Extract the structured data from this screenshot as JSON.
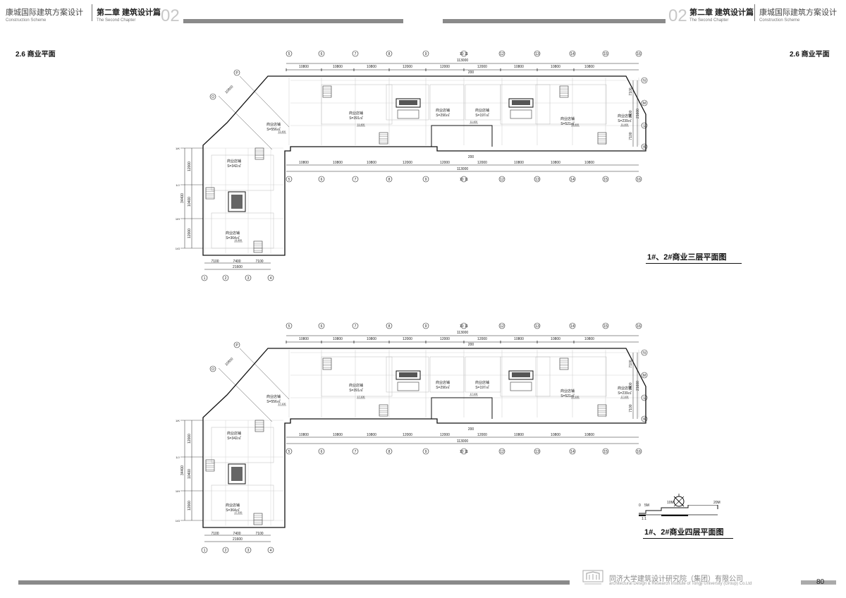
{
  "header": {
    "left": {
      "book_cn": "康城国际建筑方案设计",
      "book_en": "Construction Scheme",
      "chapter_cn": "第二章 建筑设计篇",
      "chapter_en": "The Second Chapter",
      "number": "02"
    },
    "right": {
      "number": "02",
      "chapter_cn": "第二章 建筑设计篇",
      "chapter_en": "The Second Chapter",
      "book_cn": "康城国际建筑方案设计",
      "book_en": "Construction Scheme"
    }
  },
  "section": {
    "left_title": "2.6 商业平面",
    "right_title": "2.6 商业平面"
  },
  "plan_common": {
    "axes_h": [
      "5",
      "6",
      "7",
      "8",
      "9",
      "10 11",
      "12",
      "13",
      "14",
      "15",
      "16"
    ],
    "dims_h": [
      "10800",
      "10800",
      "10800",
      "12000",
      "12000",
      "12000",
      "10800",
      "10800",
      "10800"
    ],
    "total_h": "113000",
    "gap": "200",
    "axes_v_right": [
      "N",
      "M",
      "L",
      "K"
    ],
    "dims_v_right": [
      "7100",
      "7400",
      "7100"
    ],
    "total_v_right": "21600",
    "axes_left_bottom": [
      "1",
      "2",
      "3",
      "4"
    ],
    "dims_left_bottom": [
      "7100",
      "7400",
      "7100"
    ],
    "total_left_bottom": "21600",
    "axes_left_side": [
      "1/K",
      "1/J",
      "1/H",
      "1/G"
    ],
    "dims_left_side": [
      "12000",
      "10400",
      "12000"
    ],
    "total_left_side": "34400",
    "diag_axes": [
      "P",
      "O"
    ],
    "diag_dim": "10800",
    "shop_label": "商业店铺",
    "shops": [
      "S=556㎡",
      "S=391㎡",
      "S=290㎡",
      "S=197㎡",
      "S=521㎡",
      "S=239㎡",
      "S=342㎡",
      "S=364㎡"
    ]
  },
  "plans": [
    {
      "title": "1#、2#商业三层平面图",
      "level": "11.400"
    },
    {
      "title": "1#、2#商业四层平面图",
      "level": "17.100"
    }
  ],
  "scale": {
    "labels": [
      "0",
      "5M",
      "10M",
      "20M"
    ],
    "ratio": "1:1"
  },
  "footer": {
    "org_cn": "同济大学建筑设计研究院（集团）有限公司",
    "org_en": "architectural Design & Research Institute of Tongji University (Group) Co.Ltd",
    "page": "80"
  },
  "icons": {
    "compass": "north-arrow-icon",
    "logo": "tongji-logo-icon"
  }
}
